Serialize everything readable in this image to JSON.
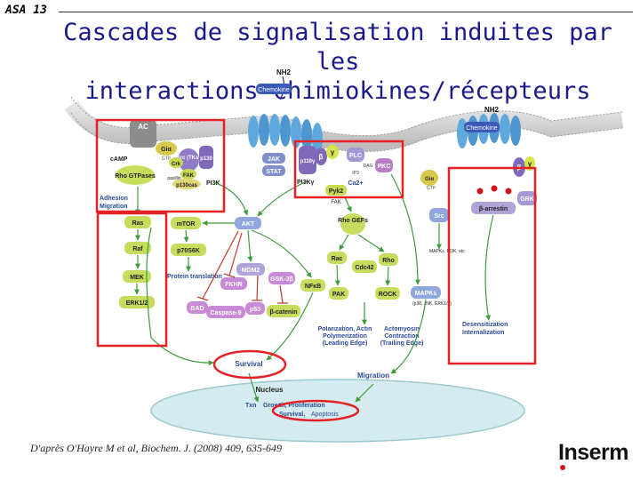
{
  "slide": {
    "tag": "ASA 13",
    "title_line1": "Cascades de signalisation induites par les",
    "title_line2": "interactions chimiokines/récepteurs",
    "credit": "D'après O'Hayre M et al, Biochem. J. (2008) 409, 635-649",
    "logo_text": "Inserm"
  },
  "diagram": {
    "nh2_left": "NH2",
    "nh2_right": "NH2",
    "chemokine_left": "Chemokine",
    "chemokine_right": "Chemokine",
    "ac": "AC",
    "camp": "cAMP",
    "gia": "Giα",
    "gtp": "GTP",
    "src_tks": "Src (TKs)",
    "p130": "p130",
    "crk": "Crk",
    "fak": "FAK",
    "paxillin": "paxillin",
    "p130cas": "p130cas",
    "rho_gtpases": "Rho GTPases",
    "pi3k": "PI3K",
    "jak": "JAK",
    "stat": "STAT",
    "p110": "p110γ",
    "beta": "β",
    "gamma": "γ",
    "plc": "PLC",
    "pkc": "PKC",
    "ip3": "IP3",
    "dag": "DAG",
    "ca": "Ca2+",
    "pi3kgamma": "PI3Kγ",
    "pyk2": "Pyk2",
    "fak2": "FAK",
    "adhesion": "Adhesion",
    "migration_left": "Migration",
    "ras": "Ras",
    "raf": "Raf",
    "mek": "MEK",
    "erk": "ERK1/2",
    "mtor": "mTOR",
    "p70s6k": "p70S6K",
    "akt": "AKT",
    "mdm2": "MDM2",
    "protein_translation": "Protein translation",
    "fkhr": "FKHR",
    "gsk": "GSK-3β",
    "bad": "BAD",
    "caspase": "Caspase-9",
    "p53": "p53",
    "bcatenin": "β-catenin",
    "nfkb": "NFκB",
    "rho_gefs": "Rho GEFs",
    "rac": "Rac",
    "rho": "Rho",
    "cdc42": "Cdc42",
    "pak": "PAK",
    "rock": "ROCK",
    "gia_right": "Giα",
    "gtp_right": "GTP",
    "grk": "GRK",
    "barrestin": "β-arrestin",
    "src_right": "Src",
    "mapks_pi3k": "MAPKs, PI3K, etc",
    "mapks": "MAPKs",
    "mapk_list": "(p38, JNK, ERK1/2)",
    "desensitization": "Desensitization",
    "internalization": "Internalization",
    "polarization": "Polarization, Actin Polymerization (Leading Edge)",
    "actomyosin": "Actomyosin Contraction (Trailing Edge)",
    "survival": "Survival",
    "migration": "Migration",
    "nucleus": "Nucleus",
    "txn": "Txn",
    "growth": "Growth, Proliferation",
    "survival_nuc": "Survival,",
    "apoptosis": "Apoptosis"
  }
}
